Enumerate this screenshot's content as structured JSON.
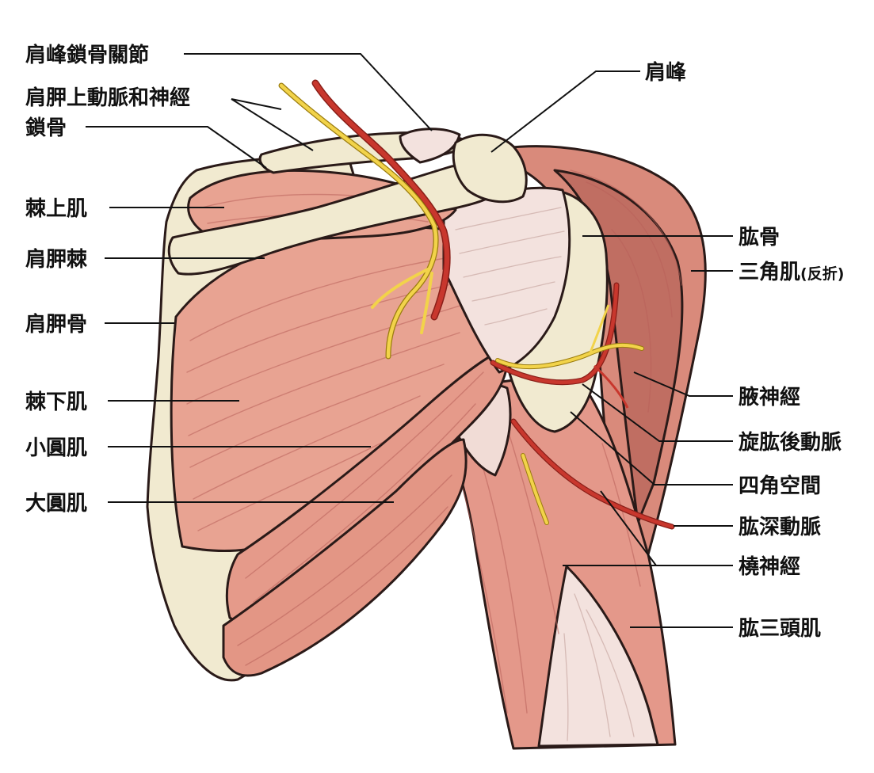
{
  "labels": {
    "ac_joint": "肩峰鎖骨關節",
    "suprascapular": "肩胛上動脈和神經",
    "clavicle": "鎖骨",
    "supraspinatus": "棘上肌",
    "scapular_spine": "肩胛棘",
    "scapula": "肩胛骨",
    "infraspinatus": "棘下肌",
    "teres_minor": "小圓肌",
    "teres_major": "大圓肌",
    "acromion": "肩峰",
    "humerus": "肱骨",
    "deltoid": "三角肌",
    "deltoid_note": "(反折)",
    "axillary_nerve": "腋神經",
    "post_circumflex": "旋肱後動脈",
    "quadrangular_space": "四角空間",
    "profunda_brachii": "肱深動脈",
    "radial_nerve": "橈神經",
    "triceps": "肱三頭肌"
  },
  "colors": {
    "muscle": "#e8a392",
    "muscle_dark": "#c97a6c",
    "bone": "#f1ead0",
    "tendon": "#f3e2de",
    "artery": "#c8372d",
    "nerve": "#f2d34a",
    "outline": "#2a1a18"
  }
}
